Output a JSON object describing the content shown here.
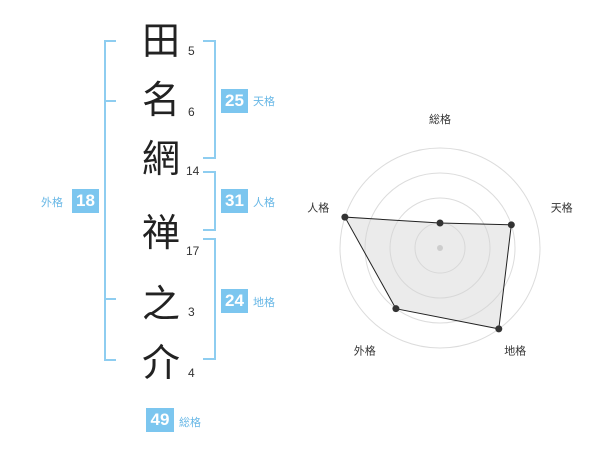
{
  "name": {
    "characters": [
      {
        "char": "田",
        "strokes": "5"
      },
      {
        "char": "名",
        "strokes": "6"
      },
      {
        "char": "網",
        "strokes": "14"
      },
      {
        "char": "禅",
        "strokes": "17"
      },
      {
        "char": "之",
        "strokes": "3"
      },
      {
        "char": "介",
        "strokes": "4"
      }
    ]
  },
  "fortunes": {
    "tenkaku": {
      "value": "25",
      "label": "天格"
    },
    "jinkaku": {
      "value": "31",
      "label": "人格"
    },
    "chikaku": {
      "value": "24",
      "label": "地格"
    },
    "gaikaku": {
      "value": "18",
      "label": "外格"
    },
    "soukaku": {
      "value": "49",
      "label": "総格"
    }
  },
  "colors": {
    "accent": "#7cc6ef",
    "bracket": "#8ecdf0",
    "label": "#67b7e6"
  },
  "chart_data": {
    "type": "radar",
    "axes": [
      "総格",
      "天格",
      "地格",
      "外格",
      "人格"
    ],
    "values": [
      1,
      3,
      4,
      3,
      4
    ],
    "rmax": 4,
    "rings": 4,
    "grid": true
  }
}
